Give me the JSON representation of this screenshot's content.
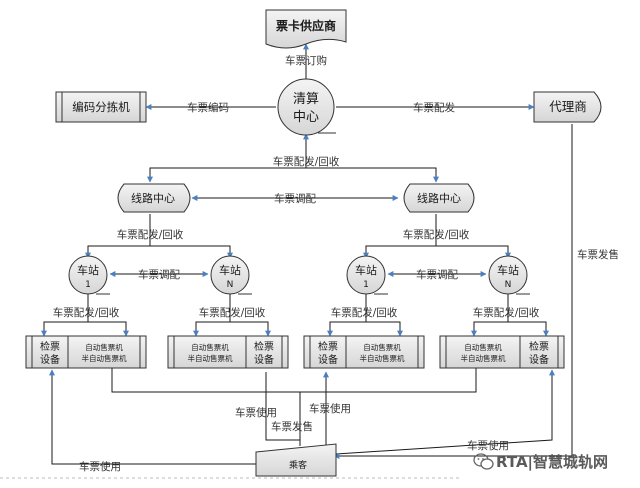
{
  "nodes": {
    "supplier": "票卡供应商",
    "encoder": "编码分拣机",
    "clearing_line1": "清算",
    "clearing_line2": "中心",
    "agent": "代理商",
    "line_center_left": "线路中心",
    "line_center_right": "线路中心",
    "station_1_left": "车站",
    "station_1_left_num": "1",
    "station_n_left": "车站",
    "station_n_left_num": "N",
    "station_1_right": "车站",
    "station_1_right_num": "1",
    "station_n_right": "车站",
    "station_n_right_num": "N",
    "gate_line1": "检票",
    "gate_line2": "设备",
    "tvm_line1": "自动售票机",
    "tvm_line2": "半自动售票机",
    "passenger": "乘客"
  },
  "edges": {
    "order": "车票订购",
    "encode": "车票编码",
    "distribute": "车票配发",
    "dist_recycle": "车票配发/回收",
    "allocate": "车票调配",
    "sale": "车票发售",
    "use": "车票使用"
  },
  "watermark": "RTA|智慧城轨网",
  "colors": {
    "line": "#000000",
    "arrow": "#5b8fc9",
    "node_fill": "#e8e8e8",
    "node_stroke": "#333333"
  }
}
